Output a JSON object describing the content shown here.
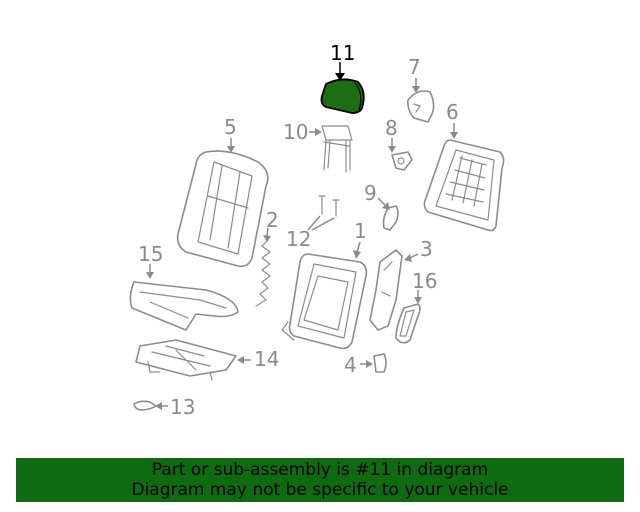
{
  "highlight_color": "#1b6e12",
  "footer": {
    "line1": "Part or sub-assembly is #11 in diagram",
    "line2": "Diagram may not be specific to your vehicle",
    "background": "#0f6b0f"
  },
  "callouts": {
    "c1": "1",
    "c2": "2",
    "c3": "3",
    "c4": "4",
    "c5": "5",
    "c6": "6",
    "c7": "7",
    "c8": "8",
    "c9": "9",
    "c10": "10",
    "c11": "11",
    "c12": "12",
    "c13": "13",
    "c14": "14",
    "c15": "15",
    "c16": "16"
  }
}
